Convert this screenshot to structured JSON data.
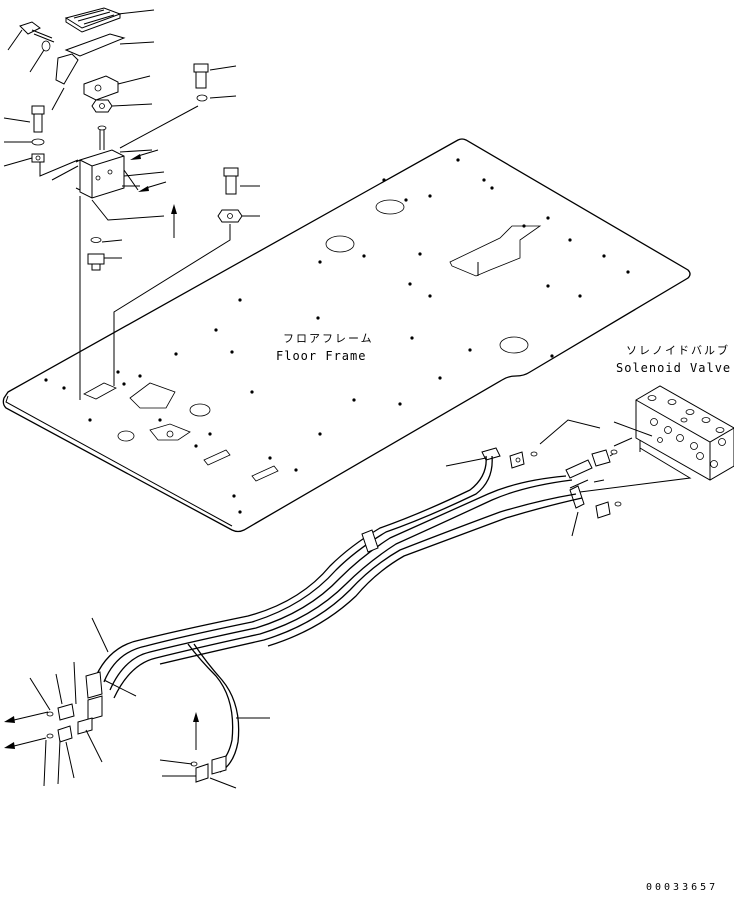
{
  "labels": {
    "floor_frame_jp": "フロアフレーム",
    "floor_frame_en": "Floor Frame",
    "solenoid_valve_jp": "ソレノイドバルブ",
    "solenoid_valve_en": "Solenoid Valve"
  },
  "drawing_number": "00033657"
}
